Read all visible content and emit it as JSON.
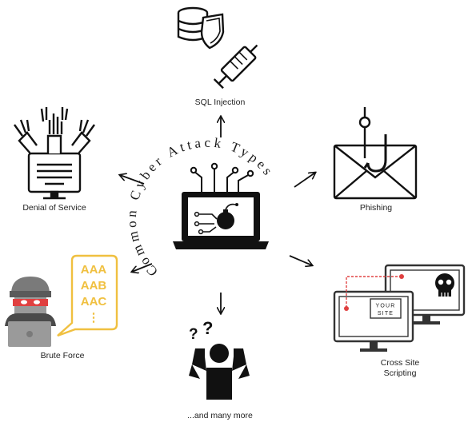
{
  "center": {
    "curved_text": "Common Cyber Attack Types",
    "icon": "laptop-bomb-icon"
  },
  "nodes": [
    {
      "id": "sql",
      "label": "SQL Injection",
      "icon": "database-syringe-icon"
    },
    {
      "id": "phishing",
      "label": "Phishing",
      "icon": "envelope-fishhook-icon"
    },
    {
      "id": "xss",
      "label_line1": "Cross Site",
      "label_line2": "Scripting",
      "icon": "your-site-skull-icon"
    },
    {
      "id": "more",
      "label": "...and many more",
      "icon": "confused-person-icon"
    },
    {
      "id": "brute",
      "label": "Brute Force",
      "icon": "hacker-speech-icon"
    },
    {
      "id": "dos",
      "label": "Denial of Service",
      "icon": "computer-many-hands-icon"
    }
  ],
  "xss_screen_text": [
    "YOUR",
    "SITE"
  ],
  "brute_bubble_lines": [
    "AAA",
    "AAB",
    "AAC",
    "⋮"
  ],
  "colors": {
    "ink": "#111111",
    "accent_red": "#e04040",
    "bubble_gold": "#f0c040",
    "hacker_gray": "#9a9a9a",
    "hacker_dark": "#4a4a4a"
  }
}
